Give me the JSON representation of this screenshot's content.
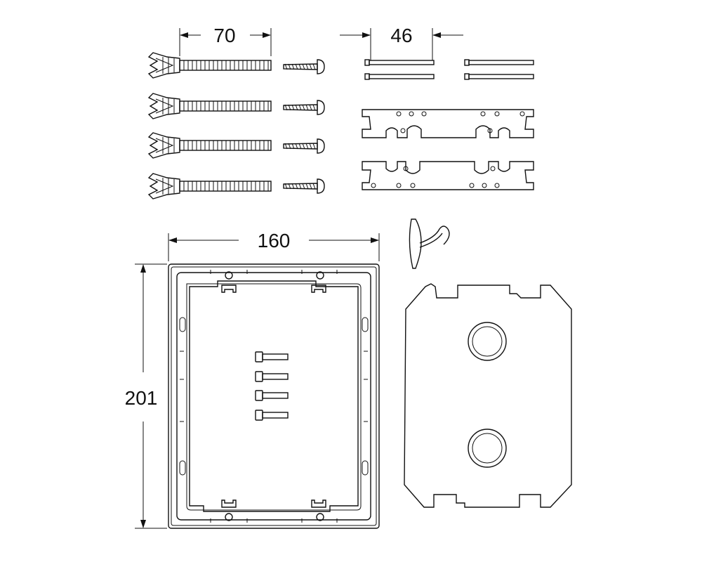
{
  "dimensions": {
    "bolt_length": "70",
    "rod_length": "46",
    "frame_width": "160",
    "frame_height": "201"
  }
}
